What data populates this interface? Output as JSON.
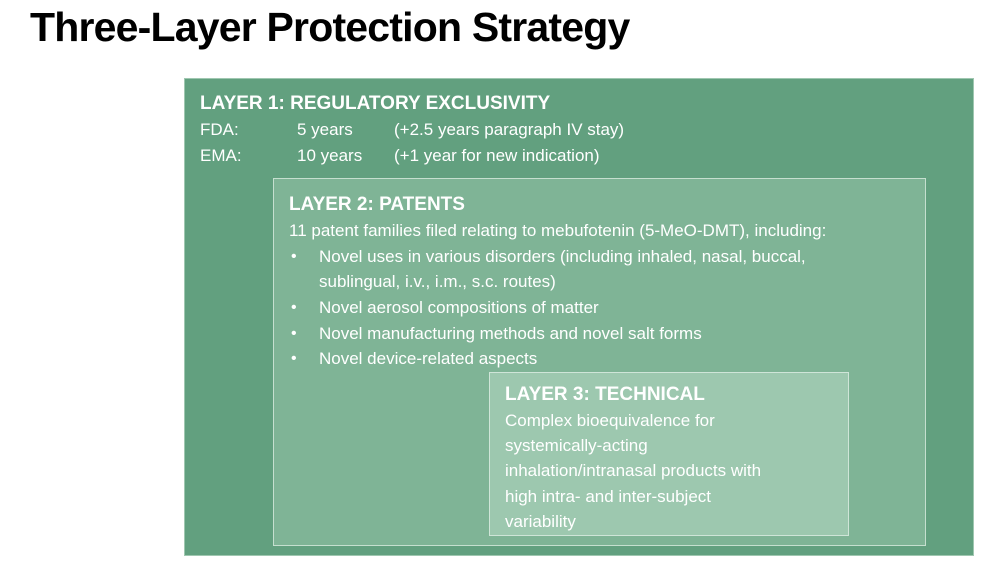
{
  "title": "Three-Layer Protection Strategy",
  "colors": {
    "layer1_fill": "#62a07f",
    "layer2_fill": "#7fb496",
    "layer3_fill": "#9dc8af",
    "text": "#ffffff"
  },
  "layer1": {
    "heading": "LAYER 1: REGULATORY EXCLUSIVITY",
    "rows": [
      {
        "agency": "FDA:",
        "duration": "5 years",
        "note": "(+2.5 years paragraph IV stay)"
      },
      {
        "agency": "EMA:",
        "duration": "10 years",
        "note": "(+1 year for new indication)"
      }
    ]
  },
  "layer2": {
    "heading": "LAYER 2: PATENTS",
    "intro": "11 patent families filed relating to mebufotenin (5-MeO-DMT), including:",
    "bullet_glyph": "•",
    "bullets": [
      {
        "lines": [
          "Novel uses in various disorders (including inhaled, nasal, buccal,",
          "sublingual, i.v., i.m., s.c. routes)"
        ]
      },
      {
        "lines": [
          "Novel aerosol compositions of matter"
        ]
      },
      {
        "lines": [
          "Novel manufacturing methods and novel salt forms"
        ]
      },
      {
        "lines": [
          "Novel device-related aspects"
        ]
      }
    ]
  },
  "layer3": {
    "heading": "LAYER 3: TECHNICAL",
    "lines": [
      "Complex bioequivalence for",
      "systemically-acting",
      "inhalation/intranasal products with",
      "high intra- and inter-subject",
      "variability"
    ]
  }
}
